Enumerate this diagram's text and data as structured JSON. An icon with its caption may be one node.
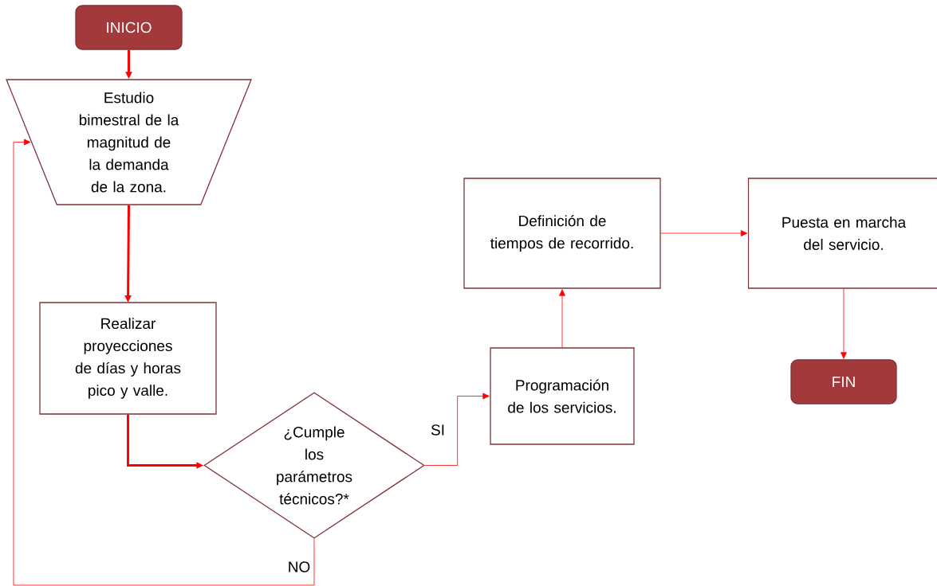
{
  "diagram": {
    "nodes": [
      {
        "text": [
          "INICIO"
        ]
      },
      {
        "text": [
          "Estudio bimestral de la magnitud de la demanda de la zona."
        ]
      },
      {
        "text": [
          "Realizar proyecciones de días y horas pico y valle."
        ]
      },
      {
        "text": [
          "¿Cumple los parámetros técnicos?*"
        ]
      },
      {
        "text": [
          "Programación de los servicios."
        ]
      },
      {
        "text": [
          "Definición de tiempos de recorrido."
        ]
      },
      {
        "text": [
          "Puesta en marcha del servicio."
        ]
      },
      {
        "text": [
          "FIN"
        ]
      }
    ],
    "edges": [
      {
        "from": 0,
        "to": 1,
        "arrow": "to",
        "style": "thick"
      },
      {
        "from": 1,
        "to": 2,
        "arrow": "to",
        "style": "thick"
      },
      {
        "from": 2,
        "to": 3,
        "arrow": "to",
        "style": "thick"
      },
      {
        "from": 3,
        "to": 4,
        "arrow": "to",
        "label": "SI"
      },
      {
        "from": 4,
        "to": 5,
        "arrow": "to"
      },
      {
        "from": 5,
        "to": 6,
        "arrow": "to"
      },
      {
        "from": 6,
        "to": 7,
        "arrow": "to"
      },
      {
        "from": 3,
        "to": 1,
        "arrow": "to",
        "label": "NO"
      }
    ]
  }
}
